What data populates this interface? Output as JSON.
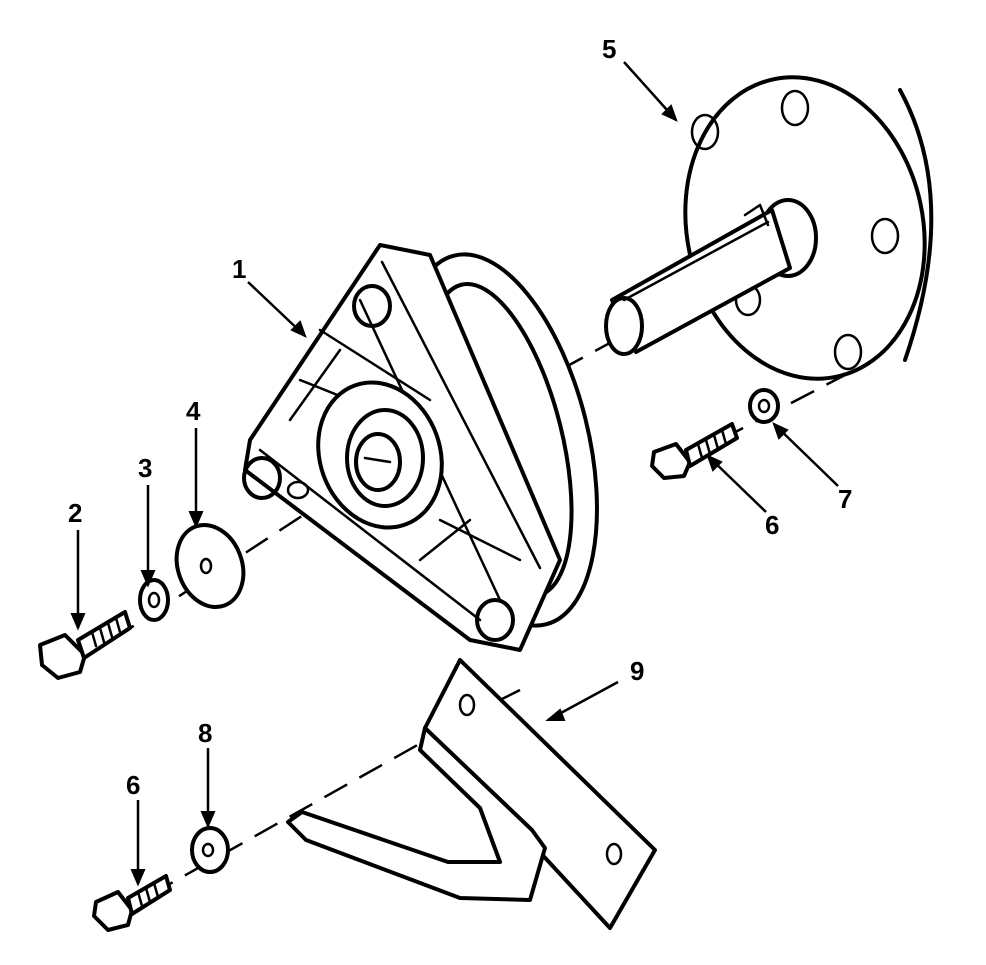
{
  "callouts": {
    "c1": "1",
    "c2": "2",
    "c3": "3",
    "c4": "4",
    "c5": "5",
    "c6a": "6",
    "c6b": "6",
    "c7": "7",
    "c8": "8",
    "c9": "9"
  }
}
